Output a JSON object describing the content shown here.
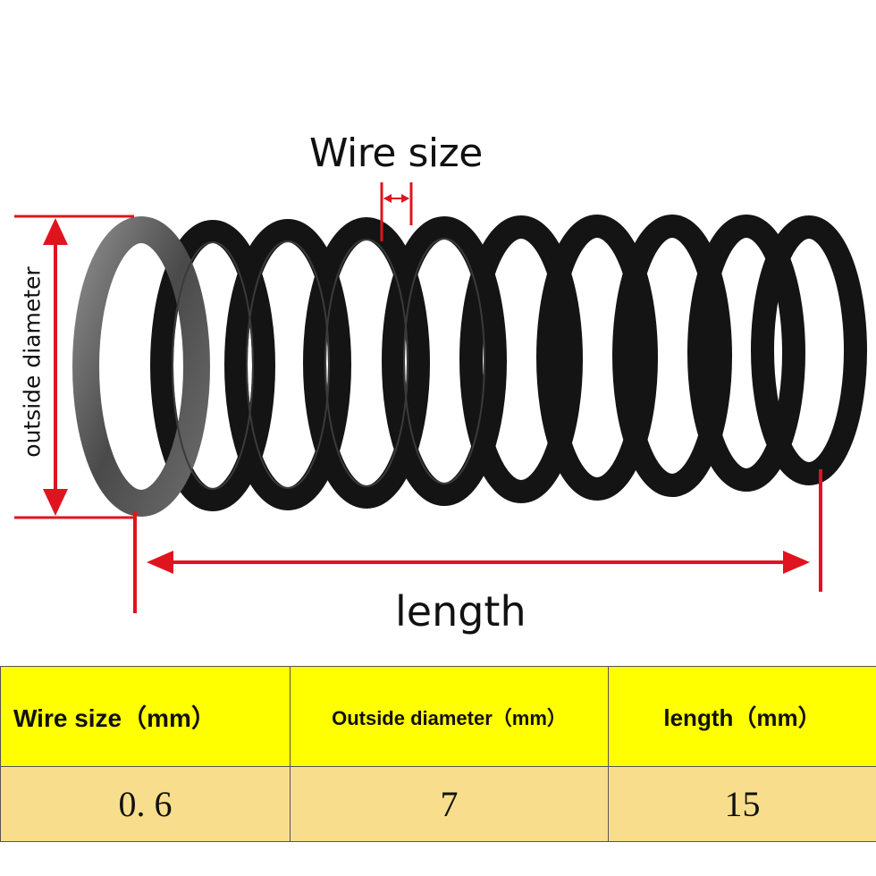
{
  "labels": {
    "wire_size": "Wire size",
    "outside_diameter": "outside diameter",
    "length": "length"
  },
  "table": {
    "headers": [
      "Wire size（mm）",
      "Outside diameter（mm）",
      "length（mm）"
    ],
    "values": [
      "0. 6",
      "7",
      "15"
    ]
  },
  "colors": {
    "header_background": "#ffff00",
    "value_background": "#f8de8c",
    "dimension_lines": "#e0141e",
    "spring": "#141414"
  },
  "icons": [
    "spring-photo",
    "dimension-arrow"
  ]
}
